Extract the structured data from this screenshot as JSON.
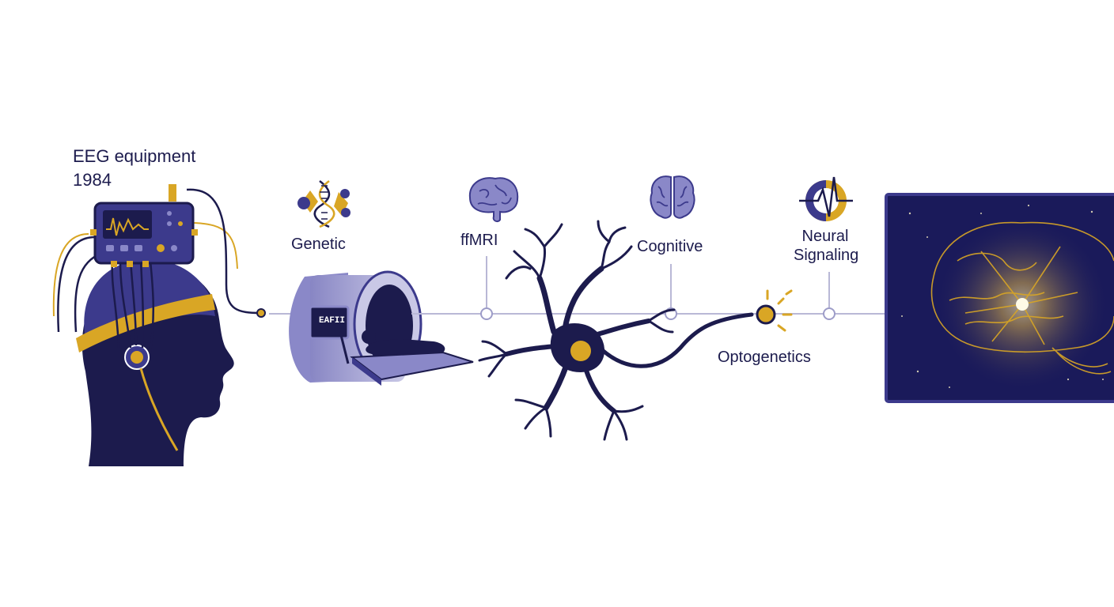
{
  "colors": {
    "navy": "#1c1b4d",
    "indigo": "#3c3a8c",
    "lavender": "#8a88c8",
    "gold": "#d9a625",
    "line": "#b9b8d6",
    "screen_bg": "#1a1a5a"
  },
  "eeg": {
    "title": "EEG equipment",
    "year": "1984"
  },
  "mri": {
    "screen_text": "EAFII"
  },
  "milestones": [
    {
      "label": "Genetic",
      "icon": "dna-icon"
    },
    {
      "label": "ffMRI",
      "icon": "brain-icon"
    },
    {
      "label": "Cognitive",
      "icon": "brain-hemispheres-icon"
    },
    {
      "label": "Neural Signaling",
      "label_lines": [
        "Neural",
        "Signaling"
      ],
      "icon": "signal-pulse-icon"
    },
    {
      "label": "Optogenetics",
      "icon": "light-burst-icon"
    }
  ],
  "final_panel": {
    "icon": "glowing-brain-icon"
  }
}
